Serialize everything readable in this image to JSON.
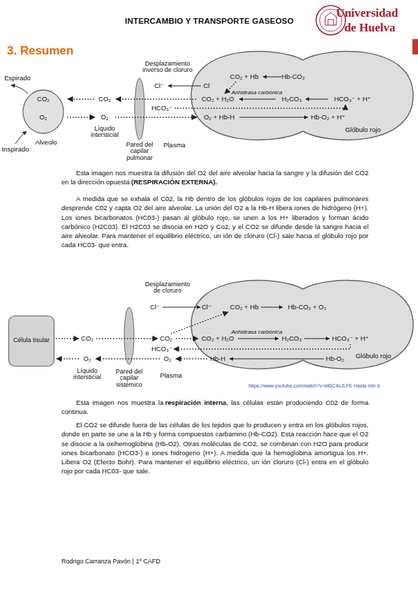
{
  "diagram": {
    "title": "INTERCAMBIO Y TRANSPORTE GASEOSO",
    "nodes": [
      {
        "text": [
          "CO₂",
          "O₂",
          "Alveolo"
        ]
      },
      {
        "text": [
          "Cl",
          "CO₂ + Hb",
          "Hb-CO₂",
          "CO₂ + H₂O",
          "Anhidrasa carbónica",
          "H₂CO₃",
          "HCO₃⁻ + H⁺",
          "O₂ + Hb-H",
          "Hb-O₂ + H⁺",
          "Glóbulo rojo"
        ]
      },
      {
        "text": [
          "Pared del capilar pulmonar"
        ]
      },
      {
        "text": [
          "Célula tisular"
        ]
      },
      {
        "text": [
          "Pared del capilar sistémico"
        ]
      },
      {
        "text": [
          "Cl⁻",
          "CO₂ + Hb",
          "Hb-CO₂ + O₂",
          "Anhidrasa carbónica",
          "CO₂ + H₂O",
          "H₂CO₃",
          "HCO₃⁻ + H⁺",
          "Hb-H",
          "Hb-O₂",
          "Glóbulo rojo"
        ]
      }
    ],
    "labels": [
      "Universidad",
      "de Huelva",
      "3. Resumen",
      "Espirado",
      "Inspirado",
      "Desplazamiento inverso de cloruro",
      "Cl⁻",
      "CO₂",
      "HCO₃⁻",
      "O₂",
      "Líquido intersticial",
      "Plasma",
      "Esta imagen nos muestra la difusión del O2 del aire alveolar hacia la sangre y la difusión del CO2 en la dirección opuesta",
      "(RESPIRACIÓN EXTERNA).",
      "A medida que se exhala el C02, la Hb dentro de los glóbulos rojos de los capilares pulmonares desprende C02 y capta O2 del aire alveolar. La unión del O2 a la Hb-H libera iones de hidrógeno (H+). Los iones bicarbonatos (HC03-) pasan al glóbulo rojo, se unen a los H+ liberados y forman ácido carbónico (H2C03). El H2C03 se disocia en H2O y Co2, y el CO2 se difunde desde la sangre hacia el aire alveolar. Para mantener el equilibrio eléctrico, un ión de cloruro (Cl-) sale hacia el glóbulo rojo por cada HC03- que entra.",
      "Desplazamiento de cloruro",
      "Cl⁻",
      "CO₂",
      "CO₂",
      "HCO₃⁻",
      "O₂",
      "O₂",
      "Líquido intersticial",
      "Plasma",
      "https://www.youtube.com/watch?v=eBjC4oJLFE Hasta min 9",
      "Esta imagen nos muestra la",
      "respiración interna",
      ", las células están produciendo C02 de forma continua.",
      "El CO2 se difunde fuera de las células de los tejidos que lo producen y entra en los glóbulos rojos, donde en parte se une a la Hb y forma compuestos carbamino (Hb-CO2). Esta reacción hace que el O2 se disocie a la oxihemoglobina (Hb-O2). Otras moléculas de CO2, se combinan con H2O para producir iones bicarbonato (HCO3-) e iones hidrogeno (H+). A medida que la hemoglobina amortigua los H+. Libera O2 (Efecto Bohr). Para mantener el equilibrio eléctrico, un ión cloruro (Cl-) entra en el glóbulo rojo por cada HC03- que sale.",
      "Rodrigo Carranza Pavón | 1º CAFD"
    ]
  }
}
